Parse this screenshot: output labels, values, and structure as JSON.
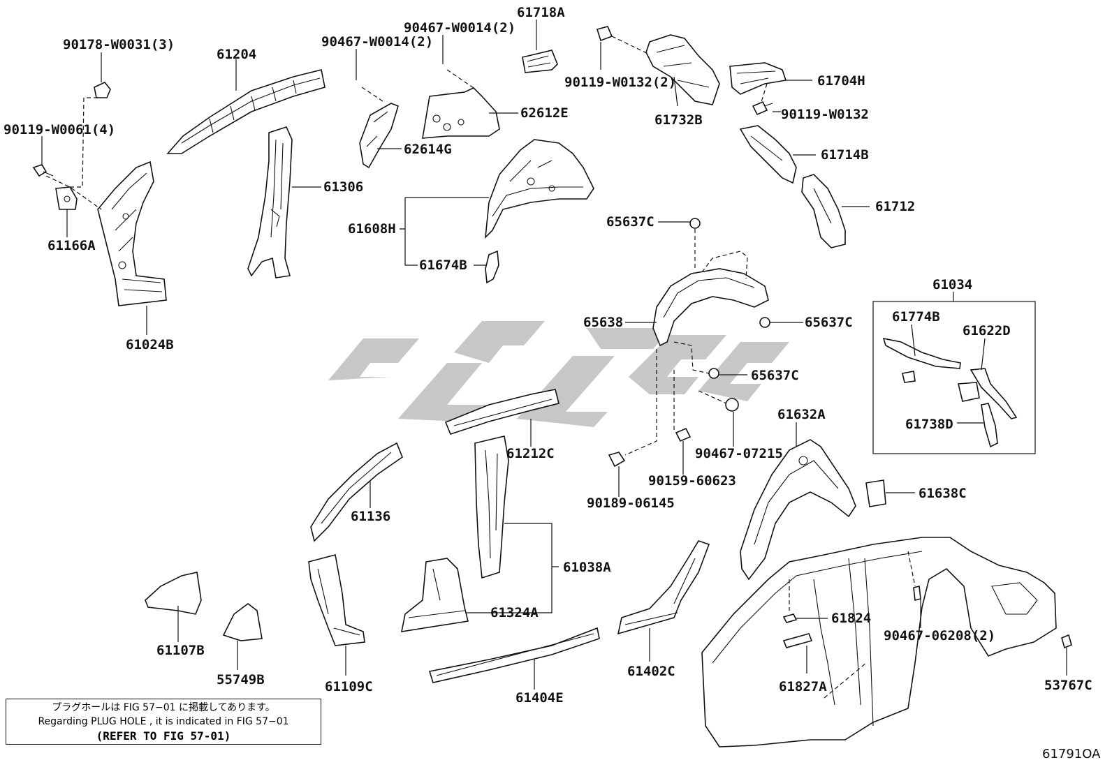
{
  "labels": {
    "p90178": "90178-W0031(3)",
    "p90119_w0061": "90119-W0061(4)",
    "p61166a": "61166A",
    "p61024b": "61024B",
    "p61204": "61204",
    "p61306": "61306",
    "p90467_w0014_a": "90467-W0014(2)",
    "p90467_w0014_b": "90467-W0014(2)",
    "p62614g": "62614G",
    "p62612e": "62612E",
    "p61718a": "61718A",
    "p61608h": "61608H",
    "p61674b": "61674B",
    "p90119_w0132_2": "90119-W0132(2)",
    "p61732b": "61732B",
    "p61704h": "61704H",
    "p90119_w0132": "90119-W0132",
    "p61714b": "61714B",
    "p61712": "61712",
    "p65637c_top": "65637C",
    "p65638": "65638",
    "p65637c_right": "65637C",
    "p65637c_mid": "65637C",
    "p90467_07215": "90467-07215",
    "p90159_60623": "90159-60623",
    "p90189_06145": "90189-06145",
    "p61034": "61034",
    "p61774b": "61774B",
    "p61622d": "61622D",
    "p61738d": "61738D",
    "p61632a": "61632A",
    "p61638c": "61638C",
    "p61212c": "61212C",
    "p61136": "61136",
    "p61038a": "61038A",
    "p61324a": "61324A",
    "p61404e": "61404E",
    "p61402c": "61402C",
    "p61107b": "61107B",
    "p55749b": "55749B",
    "p61109c": "61109C",
    "p61824": "61824",
    "p90467_06208": "90467-06208(2)",
    "p61827a": "61827A",
    "p53767c": "53767C"
  },
  "note": {
    "jp": "プラグホールは FIG  57−01 に掲載してあります。",
    "en": "Regarding  PLUG  HOLE , it is indicated in  FIG  57−01",
    "ref": "(REFER  TO  FIG  57-01)"
  },
  "figure_code": "61791OA",
  "colors": {
    "line": "#111111",
    "watermark": "#bdbdbd"
  }
}
